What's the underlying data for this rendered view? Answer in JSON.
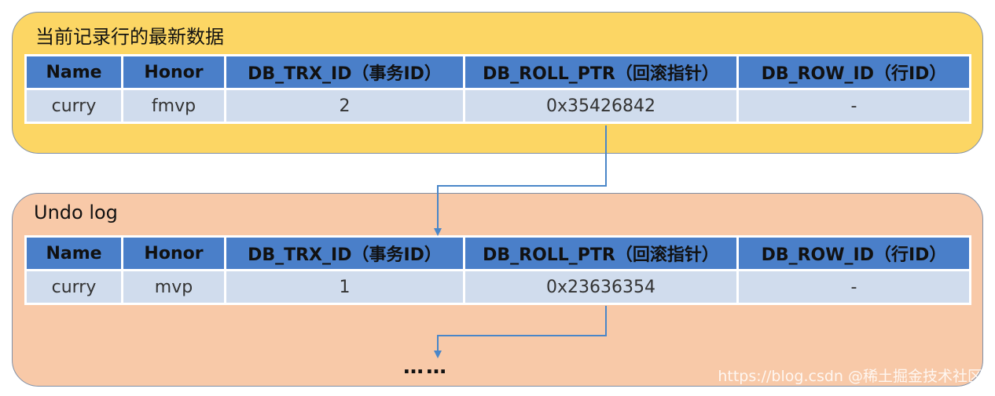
{
  "current": {
    "title": "当前记录行的最新数据",
    "headers": [
      "Name",
      "Honor",
      "DB_TRX_ID（事务ID）",
      "DB_ROLL_PTR（回滚指针）",
      "DB_ROW_ID（行ID）"
    ],
    "row": [
      "curry",
      "fmvp",
      "2",
      "0x35426842",
      "-"
    ]
  },
  "undo": {
    "title": "Undo log",
    "headers": [
      "Name",
      "Honor",
      "DB_TRX_ID（事务ID）",
      "DB_ROLL_PTR（回滚指针）",
      "DB_ROW_ID（行ID）"
    ],
    "row": [
      "curry",
      "mvp",
      "1",
      "0x23636354",
      "-"
    ]
  },
  "ellipsis": "……",
  "watermark": "https://blog.csdn @稀土掘金技术社区",
  "colors": {
    "current_panel": "#fcd664",
    "undo_panel": "#f8c9a8",
    "header_fill": "#4a7fc9",
    "cell_fill": "#d0dced",
    "arrow": "#4a86c8"
  }
}
